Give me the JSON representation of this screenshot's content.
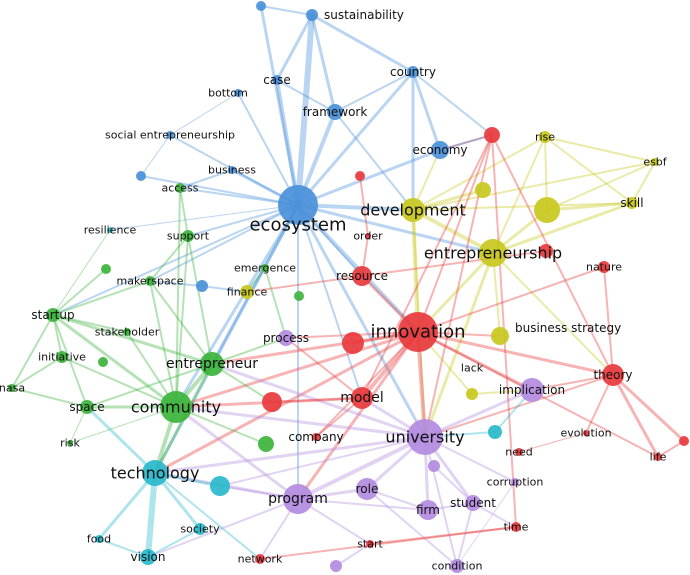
{
  "colors": {
    "blue": "#4a90d9",
    "red": "#e8393d",
    "yellow": "#c8c81e",
    "green": "#3cb43c",
    "purple": "#b38be0",
    "cyan": "#29b9cc"
  },
  "chart_data": {
    "type": "network",
    "title": "",
    "nodes": [
      {
        "id": "ecosystem",
        "label": "ecosystem",
        "cluster": "blue",
        "weight": 5
      },
      {
        "id": "sustainability",
        "label": "sustainability",
        "cluster": "blue",
        "weight": 2
      },
      {
        "id": "country",
        "label": "country",
        "cluster": "blue",
        "weight": 2
      },
      {
        "id": "case",
        "label": "case",
        "cluster": "blue",
        "weight": 2
      },
      {
        "id": "bottom",
        "label": "bottom",
        "cluster": "blue",
        "weight": 1
      },
      {
        "id": "framework",
        "label": "framework",
        "cluster": "blue",
        "weight": 2
      },
      {
        "id": "social_entrepreneurship",
        "label": "social entrepreneurship",
        "cluster": "blue",
        "weight": 1
      },
      {
        "id": "economy",
        "label": "economy",
        "cluster": "blue",
        "weight": 2
      },
      {
        "id": "business",
        "label": "business",
        "cluster": "blue",
        "weight": 1
      },
      {
        "id": "development",
        "label": "development",
        "cluster": "yellow",
        "weight": 4
      },
      {
        "id": "entrepreneurship",
        "label": "entrepreneurship",
        "cluster": "yellow",
        "weight": 4
      },
      {
        "id": "rise",
        "label": "rise",
        "cluster": "yellow",
        "weight": 1
      },
      {
        "id": "esbf",
        "label": "esbf",
        "cluster": "yellow",
        "weight": 1
      },
      {
        "id": "skill",
        "label": "skill",
        "cluster": "yellow",
        "weight": 2
      },
      {
        "id": "finance",
        "label": "finance",
        "cluster": "yellow",
        "weight": 1
      },
      {
        "id": "business_strategy",
        "label": "business strategy",
        "cluster": "yellow",
        "weight": 2
      },
      {
        "id": "lack",
        "label": "lack",
        "cluster": "yellow",
        "weight": 1
      },
      {
        "id": "order",
        "label": "order",
        "cluster": "red",
        "weight": 1
      },
      {
        "id": "resource",
        "label": "resource",
        "cluster": "red",
        "weight": 2
      },
      {
        "id": "nature",
        "label": "nature",
        "cluster": "red",
        "weight": 1
      },
      {
        "id": "innovation",
        "label": "innovation",
        "cluster": "red",
        "weight": 5
      },
      {
        "id": "theory",
        "label": "theory",
        "cluster": "red",
        "weight": 2
      },
      {
        "id": "model",
        "label": "model",
        "cluster": "red",
        "weight": 3
      },
      {
        "id": "company",
        "label": "company",
        "cluster": "red",
        "weight": 2
      },
      {
        "id": "evolution",
        "label": "evolution",
        "cluster": "red",
        "weight": 1
      },
      {
        "id": "need",
        "label": "need",
        "cluster": "red",
        "weight": 1
      },
      {
        "id": "life",
        "label": "life",
        "cluster": "red",
        "weight": 1
      },
      {
        "id": "time",
        "label": "time",
        "cluster": "red",
        "weight": 1
      },
      {
        "id": "start",
        "label": "start",
        "cluster": "red",
        "weight": 1
      },
      {
        "id": "network",
        "label": "network",
        "cluster": "red",
        "weight": 1
      },
      {
        "id": "access",
        "label": "access",
        "cluster": "green",
        "weight": 1
      },
      {
        "id": "support",
        "label": "support",
        "cluster": "green",
        "weight": 1
      },
      {
        "id": "emergence",
        "label": "emergence",
        "cluster": "green",
        "weight": 1
      },
      {
        "id": "makerspace",
        "label": "makerspace",
        "cluster": "green",
        "weight": 1
      },
      {
        "id": "startup",
        "label": "startup",
        "cluster": "green",
        "weight": 2
      },
      {
        "id": "stakeholder",
        "label": "stakeholder",
        "cluster": "green",
        "weight": 1
      },
      {
        "id": "initiative",
        "label": "initiative",
        "cluster": "green",
        "weight": 1
      },
      {
        "id": "nasa",
        "label": "nasa",
        "cluster": "green",
        "weight": 1
      },
      {
        "id": "entrepreneur",
        "label": "entrepreneur",
        "cluster": "green",
        "weight": 3
      },
      {
        "id": "space",
        "label": "space",
        "cluster": "green",
        "weight": 2
      },
      {
        "id": "community",
        "label": "community",
        "cluster": "green",
        "weight": 4
      },
      {
        "id": "risk",
        "label": "risk",
        "cluster": "green",
        "weight": 1
      },
      {
        "id": "resilience",
        "label": "resilience",
        "cluster": "cyan",
        "weight": 1
      },
      {
        "id": "technology",
        "label": "technology",
        "cluster": "cyan",
        "weight": 4
      },
      {
        "id": "society",
        "label": "society",
        "cluster": "cyan",
        "weight": 1
      },
      {
        "id": "food",
        "label": "food",
        "cluster": "cyan",
        "weight": 1
      },
      {
        "id": "vision",
        "label": "vision",
        "cluster": "cyan",
        "weight": 2
      },
      {
        "id": "process",
        "label": "process",
        "cluster": "purple",
        "weight": 2
      },
      {
        "id": "university",
        "label": "university",
        "cluster": "purple",
        "weight": 4
      },
      {
        "id": "implication",
        "label": "implication",
        "cluster": "purple",
        "weight": 2
      },
      {
        "id": "program",
        "label": "program",
        "cluster": "purple",
        "weight": 3
      },
      {
        "id": "role",
        "label": "role",
        "cluster": "purple",
        "weight": 2
      },
      {
        "id": "firm",
        "label": "firm",
        "cluster": "purple",
        "weight": 2
      },
      {
        "id": "student",
        "label": "student",
        "cluster": "purple",
        "weight": 2
      },
      {
        "id": "corruption",
        "label": "corruption",
        "cluster": "purple",
        "weight": 1
      },
      {
        "id": "condition",
        "label": "condition",
        "cluster": "purple",
        "weight": 1
      }
    ]
  }
}
